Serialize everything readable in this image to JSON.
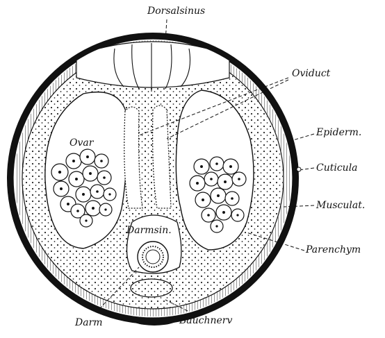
{
  "labels": {
    "dorsalsinus": "Dorsalsinus",
    "oviduct": "Oviduct",
    "epiderm": "Epiderm.",
    "cuticula": "Cuticula",
    "musculat": "Musculat.",
    "parenchym": "Parenchym",
    "ovar": "Ovar",
    "darmsin": "Darmsin.",
    "darm": "Darm",
    "bauchnerv": "Bauchnerv"
  },
  "colors": {
    "ink": "#111111",
    "paper": "#ffffff"
  }
}
